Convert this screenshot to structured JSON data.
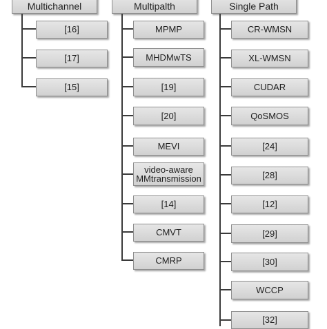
{
  "groups": [
    {
      "title": "Multichannel",
      "items": [
        "[16]",
        "[17]",
        "[15]"
      ]
    },
    {
      "title": "Multipalth",
      "items": [
        "MPMP",
        "MHDMwTS",
        "[19]",
        "[20]",
        "MEVI",
        "video-aware MMtransmission",
        "[14]",
        "CMVT",
        "CMRP"
      ]
    },
    {
      "title": "Single Path",
      "items": [
        "CR-WMSN",
        "XL-WMSN",
        "CUDAR",
        "QoSMOS",
        "[24]",
        "[28]",
        "[12]",
        "[29]",
        "[30]",
        "WCCP",
        "[32]"
      ]
    }
  ]
}
